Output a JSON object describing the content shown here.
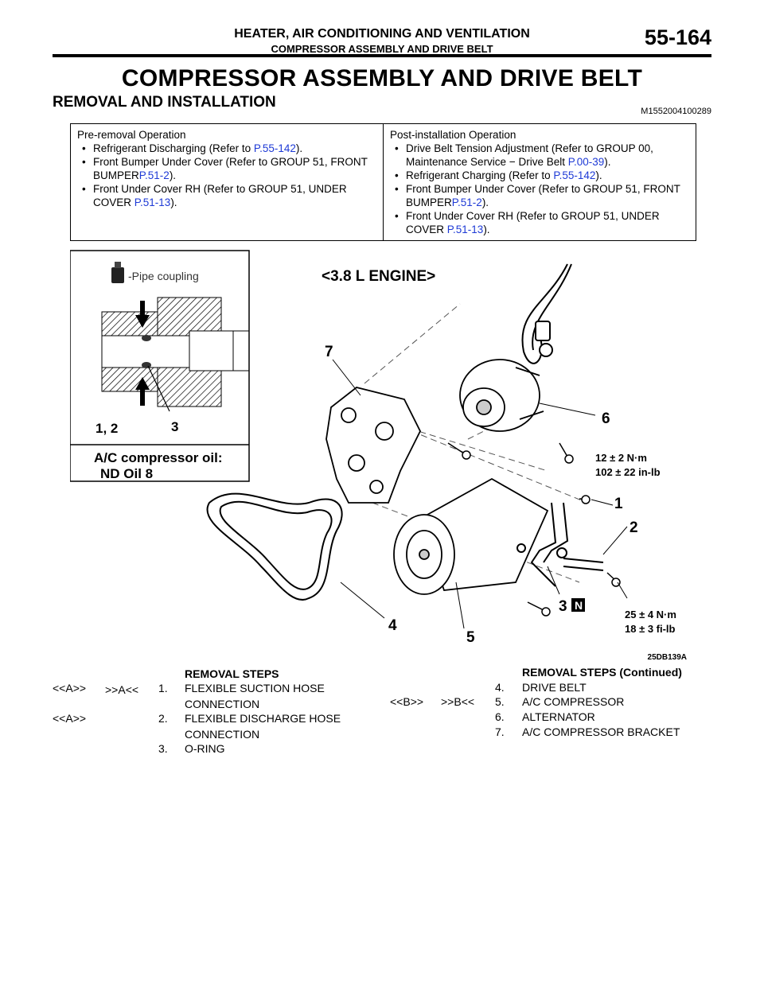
{
  "header": {
    "title": "HEATER, AIR CONDITIONING AND VENTILATION",
    "subtitle": "COMPRESSOR ASSEMBLY AND DRIVE BELT",
    "page": "55-164"
  },
  "main_title": "COMPRESSOR ASSEMBLY AND DRIVE BELT",
  "section": {
    "title": "REMOVAL AND INSTALLATION",
    "code": "M1552004100289"
  },
  "pre_removal": {
    "heading": "Pre-removal Operation",
    "items": [
      {
        "text": "Refrigerant Discharging (Refer to ",
        "link": "P.55-142",
        "tail": ")."
      },
      {
        "text": "Front Bumper Under Cover (Refer to GROUP 51, FRONT BUMPER",
        "link": "P.51-2",
        "tail": ")."
      },
      {
        "text": "Front Under Cover RH (Refer to GROUP 51, UNDER COVER ",
        "link": "P.51-13",
        "tail": ")."
      }
    ]
  },
  "post_installation": {
    "heading": "Post-installation Operation",
    "items": [
      {
        "text": "Drive Belt Tension Adjustment (Refer to GROUP 00, Maintenance Service − Drive Belt ",
        "link": "P.00-39",
        "tail": ")."
      },
      {
        "text": "Refrigerant Charging (Refer to ",
        "link": "P.55-142",
        "tail": ")."
      },
      {
        "text": "Front Bumper Under Cover (Refer to GROUP 51, FRONT BUMPER",
        "link": "P.51-2",
        "tail": ")."
      },
      {
        "text": "Front Under Cover RH (Refer to GROUP 51, UNDER COVER ",
        "link": "P.51-13",
        "tail": ")."
      }
    ]
  },
  "diagram": {
    "inset_label": "-Pipe coupling",
    "inset_callout_a": "1, 2",
    "inset_callout_b": "3",
    "oil_label_1": "A/C compressor oil:",
    "oil_label_2": "ND Oil 8",
    "engine_label": "<3.8 L ENGINE>",
    "callouts": [
      "1",
      "2",
      "3",
      "4",
      "5",
      "6",
      "7"
    ],
    "torque_1a": "12 ± 2 N·m",
    "torque_1b": "102 ± 22 in-lb",
    "torque_2a": "25 ± 4 N·m",
    "torque_2b": "18 ± 3 fi-lb",
    "new_part_mark": "N",
    "figure_code": "25DB139A"
  },
  "removal_steps": {
    "heading": "REMOVAL STEPS",
    "heading_cont": "REMOVAL STEPS (Continued)",
    "left": [
      {
        "mark1": "<<A>>",
        "mark2": ">>A<<",
        "num": "1.",
        "line1": "FLEXIBLE SUCTION HOSE",
        "line2": "CONNECTION"
      },
      {
        "mark1": "<<A>>",
        "mark2": "",
        "num": "2.",
        "line1": "FLEXIBLE DISCHARGE HOSE",
        "line2": "CONNECTION"
      },
      {
        "mark1": "",
        "mark2": "",
        "num": "3.",
        "line1": "O-RING",
        "line2": ""
      }
    ],
    "right": [
      {
        "mark1": "",
        "mark2": "",
        "num": "4.",
        "line1": "DRIVE BELT"
      },
      {
        "mark1": "<<B>>",
        "mark2": ">>B<<",
        "num": "5.",
        "line1": "A/C COMPRESSOR"
      },
      {
        "mark1": "",
        "mark2": "",
        "num": "6.",
        "line1": "ALTERNATOR"
      },
      {
        "mark1": "",
        "mark2": "",
        "num": "7.",
        "line1": "A/C COMPRESSOR BRACKET"
      }
    ]
  }
}
